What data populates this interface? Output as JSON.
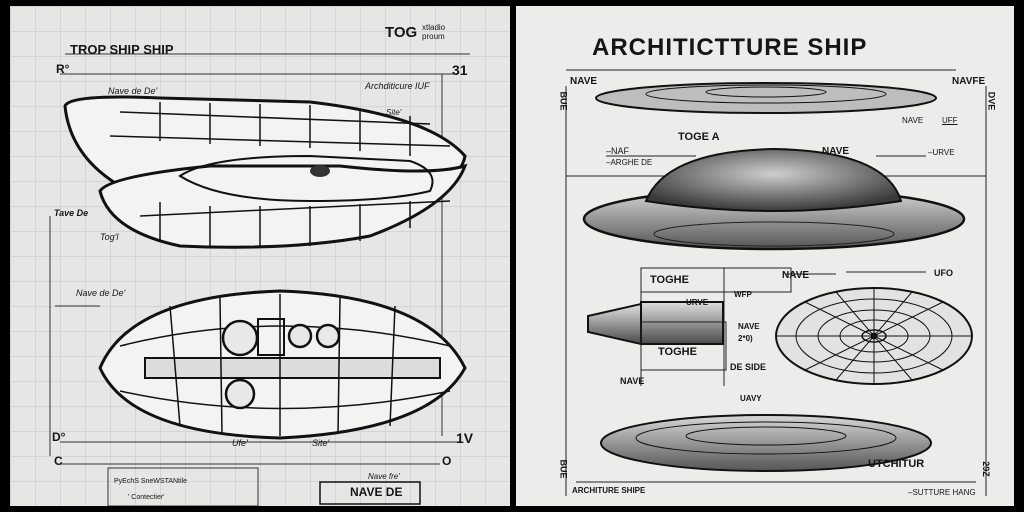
{
  "left": {
    "title": "TROP SHIP SHIP",
    "brand_big": "TOG",
    "brand_small_1": "xtladio",
    "brand_small_2": "proum",
    "corner_tl": "R°",
    "corner_tr": "31",
    "label_nave_top": "Nave de De'",
    "label_archi": "Archditicure IUF",
    "label_site_top": "Site'",
    "label_tave": "Tave De",
    "label_tog": "Tog'l",
    "label_nave_mid": "Nave de De'",
    "corner_bl": "D°",
    "corner_br": "1V",
    "label_ufe": "Ufe'",
    "label_site_bot": "Site'",
    "corner_c": "C",
    "corner_o": "O",
    "bottom_text_1": "PyEchS SneWSTANtile",
    "bottom_text_2": "' Contectier'",
    "nave_fre": "Nave fre'",
    "nave_de_box": "NAVE DE"
  },
  "right": {
    "title": "ARCHITICTTURE  SHIP",
    "nave_left": "NAVE",
    "nave_right": "NAVFE",
    "side_left_top": "BUE",
    "side_right_top": "DVE",
    "nave_uff_1": "NAVE",
    "nave_uff_2": "UFF",
    "toge_a": "TOGE A",
    "nave_mid": "NAVE",
    "naf": "–NAF",
    "arghe": "–ARGHE DE",
    "urve_right": "–URVE",
    "toghe_1": "TOGHE",
    "nave_right2": "NAVE",
    "ufo": "UFO",
    "urve_box": "URVE",
    "wfp": "WFP",
    "nave_box": "NAVE",
    "val_20": "2*0)",
    "toghe_2": "TOGHE",
    "de_side": "DE  SIDE",
    "nave_low": "NAVE",
    "uavy": "UAVY",
    "utchitur": "UTCHITUR",
    "side_left_bot": "BUE",
    "side_right_bot": "29Z",
    "bottom_left": "ARCHITURE SHIPE",
    "bottom_right": "–SUTTURE HANG"
  }
}
